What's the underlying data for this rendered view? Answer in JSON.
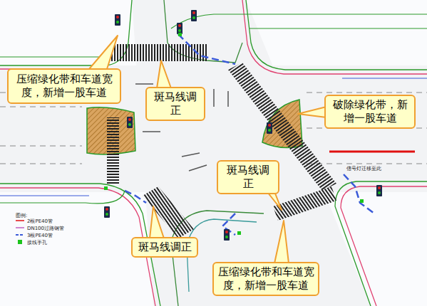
{
  "diagram": {
    "nodes": [
      {
        "text": [
          "压缩绿化带和车道宽度，新增一股车道"
        ]
      },
      {
        "text": [
          "斑马线调正"
        ]
      },
      {
        "text": [
          "破除绿化带，新增一股车道"
        ]
      },
      {
        "text": [
          "斑马线调正"
        ]
      },
      {
        "text": [
          "斑马线调正"
        ]
      },
      {
        "text": [
          "压缩绿化带和车道宽度，新增一股车道"
        ]
      }
    ],
    "labels": [
      "图例:",
      "信号灯迁移至此"
    ],
    "legend": [
      {
        "text": "2根PE40管"
      },
      {
        "text": "DN100过路钢管"
      },
      {
        "text": "3根PE40管"
      },
      {
        "text": "接线手孔",
        "color": "#1cc41c"
      }
    ]
  }
}
